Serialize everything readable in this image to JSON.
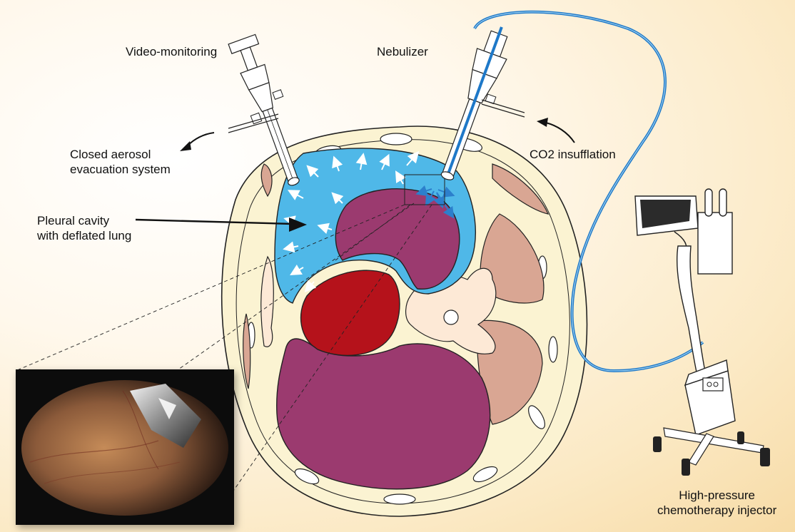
{
  "labels": {
    "video_monitoring": "Video-monitoring",
    "nebulizer": "Nebulizer",
    "closed_aerosol": [
      "Closed aerosol",
      "evacuation system"
    ],
    "co2": "CO2 insufflation",
    "pleural": [
      "Pleural cavity",
      "with deflated lung"
    ],
    "injector": [
      "High-pressure",
      "chemotherapy injector"
    ]
  },
  "colors": {
    "cavity_blue": "#4fb8e8",
    "lung_purple": "#9b3a6f",
    "heart_red": "#b5121b",
    "muscle_tan": "#d9a693",
    "fat_cream": "#fbf3d2",
    "tube_blue": "#1e78c8"
  },
  "icons": [
    "endoscope-trocar-icon",
    "nebulizer-trocar-icon",
    "injector-machine-icon",
    "evacuation-arrow-icon",
    "insufflation-arrow-icon"
  ]
}
